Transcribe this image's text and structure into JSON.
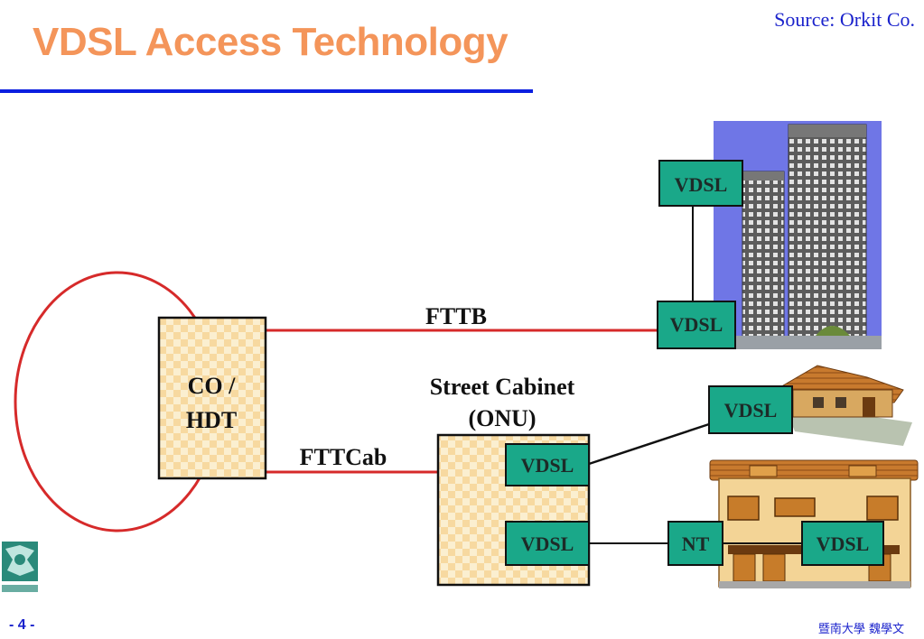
{
  "slide": {
    "title": "VDSL Access Technology",
    "source": "Source: Orkit Co.",
    "page_number": "- 4 -",
    "footer": "暨南大學  魏學文"
  },
  "diagram": {
    "co_label_line1": "CO /",
    "co_label_line2": "HDT",
    "fttb_label": "FTTB",
    "fttcab_label": "FTTCab",
    "cabinet_label_line1": "Street Cabinet",
    "cabinet_label_line2": "(ONU)",
    "vdsl": "VDSL",
    "nt": "NT"
  },
  "colors": {
    "title": "#f4955a",
    "rule": "#0b1fe0",
    "link_red": "#d62a2a",
    "vdsl_box": "#1aa889",
    "sky": "#6f76e6",
    "checker_a": "#f7d9a0",
    "checker_b": "#fbefd0"
  },
  "icons": [
    "institution-logo-icon",
    "office-towers-image",
    "house-image",
    "apartment-building-image"
  ]
}
